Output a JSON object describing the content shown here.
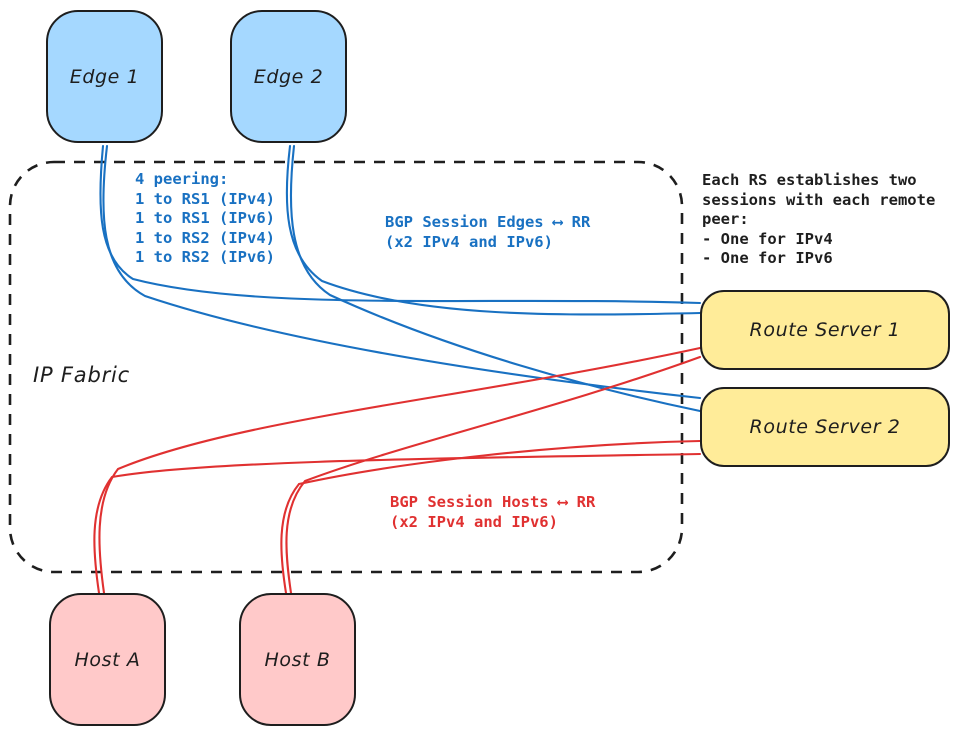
{
  "title": "BGP route-server peering diagram",
  "palette": {
    "blue": "#1971c2",
    "red": "#e03131",
    "ink": "#1e1e1e",
    "edge_fill": "#a5d8ff",
    "route_server_fill": "#ffec99",
    "host_fill": "#ffc9c9"
  },
  "nodes": {
    "edge1": {
      "label": "Edge 1"
    },
    "edge2": {
      "label": "Edge 2"
    },
    "rs1": {
      "label": "Route Server 1"
    },
    "rs2": {
      "label": "Route Server 2"
    },
    "hostA": {
      "label": "Host A"
    },
    "hostB": {
      "label": "Host B"
    }
  },
  "fabric": {
    "label": "IP Fabric"
  },
  "annotations": {
    "peering": "4 peering:\n1 to RS1 (IPv4)\n1 to RS1 (IPv6)\n1 to RS2 (IPv4)\n1 to RS2 (IPv6)",
    "bgp_edges": "BGP Session Edges ⟷ RR\n(x2 IPv4 and IPv6)",
    "bgp_hosts": "BGP Session Hosts ⟷ RR\n(x2 IPv4 and IPv6)",
    "rs_note": "Each RS establishes two\nsessions with each remote\npeer:\n- One for IPv4\n- One for IPv6"
  }
}
